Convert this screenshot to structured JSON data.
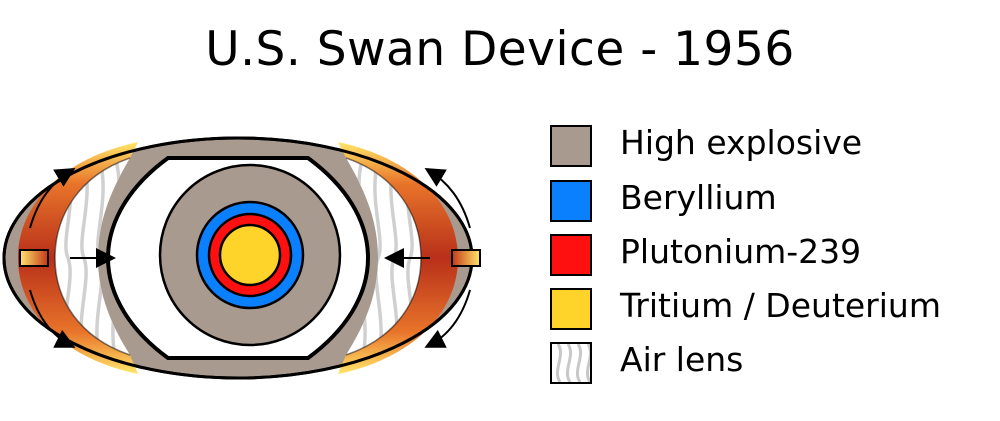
{
  "title": "U.S. Swan Device - 1956",
  "legend": [
    {
      "label": "High explosive",
      "color": "#a89a8f",
      "swatch": "solid"
    },
    {
      "label": "Beryllium",
      "color": "#0a80ff",
      "swatch": "solid"
    },
    {
      "label": "Plutonium-239",
      "color": "#ff1010",
      "swatch": "solid"
    },
    {
      "label": "Tritium / Deuterium",
      "color": "#ffd42a",
      "swatch": "solid"
    },
    {
      "label": "Air lens",
      "color": "#ffffff",
      "swatch": "waves"
    }
  ],
  "colors": {
    "high_explosive": "#a89a8f",
    "beryllium": "#0a80ff",
    "plutonium": "#ff1010",
    "tritium": "#ffd42a",
    "detonation_red": "#c4391b",
    "detonation_yellow": "#ffe66a",
    "air_lens_wave": "#d6d6d6",
    "outline": "#000000"
  }
}
